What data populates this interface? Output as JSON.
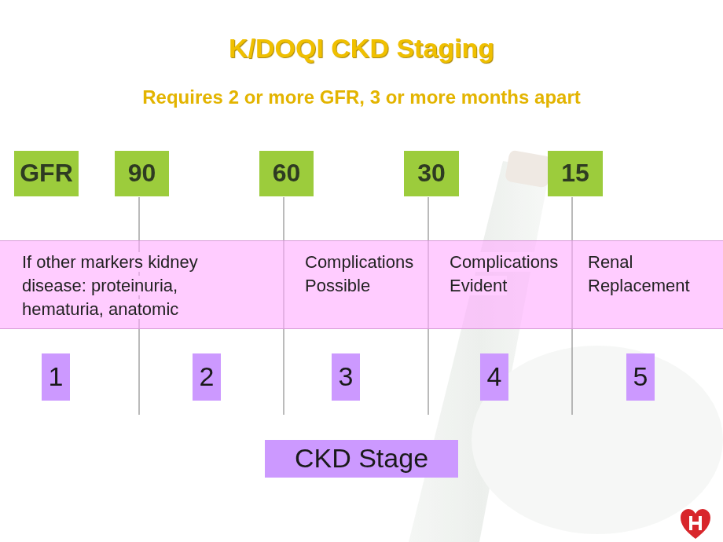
{
  "diagram": {
    "title": "K/DOQI CKD Staging",
    "nodes": [
      {
        "text": [
          "GFR"
        ]
      },
      {
        "text": [
          "90"
        ]
      },
      {
        "text": [
          "60"
        ]
      },
      {
        "text": [
          "30"
        ]
      },
      {
        "text": [
          "15"
        ]
      },
      {
        "text": [
          "If other markers kidney disease: proteinuria, hematuria, anatomic",
          "Complications Possible",
          "Complications Evident",
          "Renal Replacement"
        ]
      },
      {
        "text": [
          "1"
        ]
      },
      {
        "text": [
          "2"
        ]
      },
      {
        "text": [
          "3"
        ]
      },
      {
        "text": [
          "4"
        ]
      },
      {
        "text": [
          "5"
        ]
      },
      {
        "text": [
          "CKD Stage"
        ]
      }
    ],
    "labels": [
      "Requires 2 or more GFR, 3 or more months apart"
    ]
  }
}
